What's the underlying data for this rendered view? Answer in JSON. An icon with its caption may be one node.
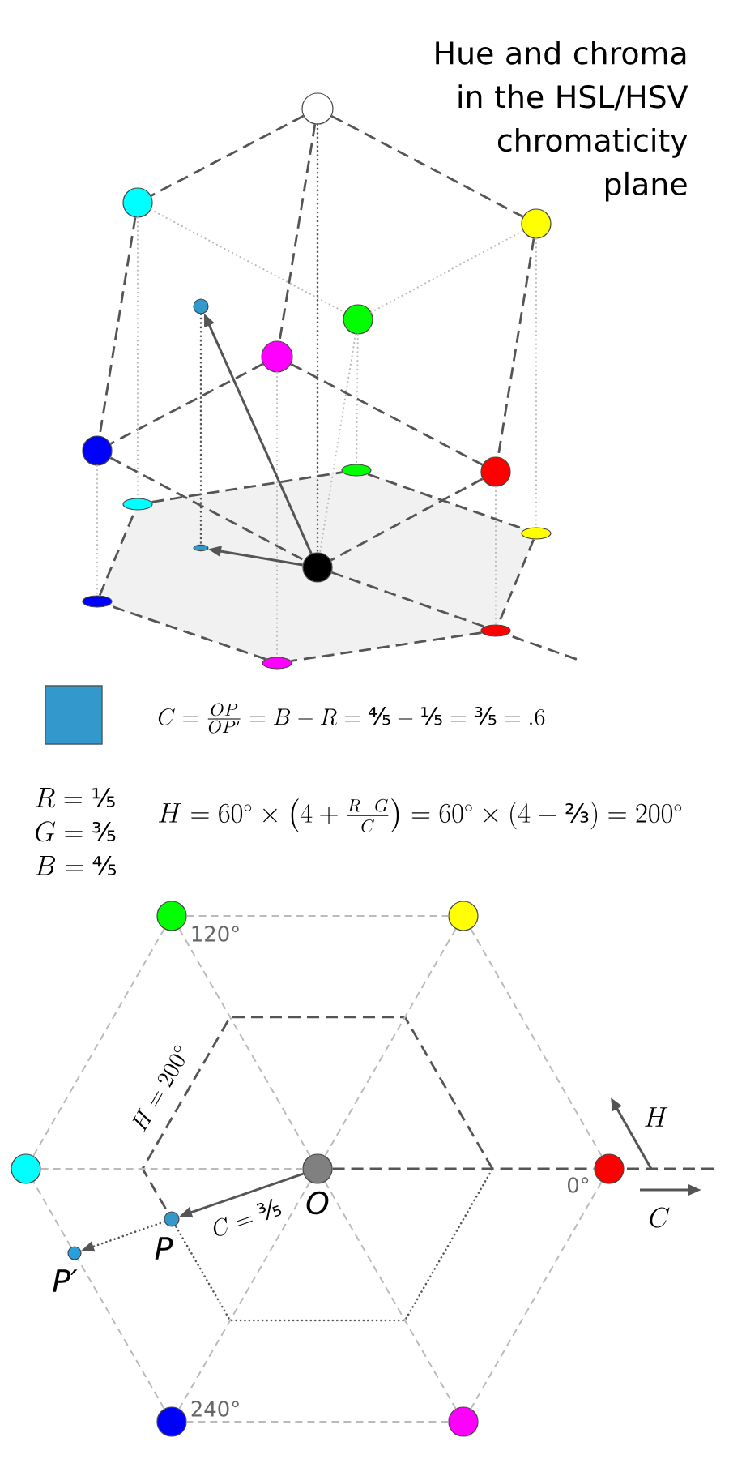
{
  "diagram": {
    "title": "Hue and chroma in the HSL/HSV chromaticity plane",
    "nodes": [
      {
        "text": [],
        "shape": "circle"
      },
      {
        "text": [],
        "shape": "circle"
      },
      {
        "text": [],
        "shape": "circle"
      },
      {
        "text": [],
        "shape": "circle"
      },
      {
        "text": [],
        "shape": "circle"
      },
      {
        "text": [],
        "shape": "circle"
      },
      {
        "text": [],
        "shape": "circle"
      },
      {
        "text": [],
        "shape": "ellipse"
      },
      {
        "text": [],
        "shape": "circle"
      },
      {
        "text": [],
        "shape": "ellipse"
      },
      {
        "text": [],
        "shape": "ellipse"
      },
      {
        "text": [],
        "shape": "ellipse"
      },
      {
        "text": [],
        "shape": "circle"
      },
      {
        "text": [],
        "shape": "ellipse"
      },
      {
        "text": [],
        "shape": "ellipse"
      },
      {
        "text": [],
        "shape": "ellipse"
      },
      {
        "text": [],
        "shape": "circle",
        "beside": [
          "120°"
        ]
      },
      {
        "text": [],
        "shape": "circle"
      },
      {
        "text": [],
        "shape": "circle"
      },
      {
        "text": [],
        "shape": "circle",
        "beside": [
          "O"
        ]
      },
      {
        "text": [],
        "shape": "circle",
        "beside": [
          "0°"
        ]
      },
      {
        "text": [],
        "shape": "circle",
        "beside": [
          "P"
        ]
      },
      {
        "text": [],
        "shape": "circle",
        "beside": [
          "P′"
        ]
      },
      {
        "text": [],
        "shape": "circle",
        "beside": [
          "240°"
        ]
      },
      {
        "text": [],
        "shape": "circle"
      }
    ],
    "edges": [
      {
        "from": 0,
        "to": 1,
        "arrow": "none",
        "style": "dashed"
      },
      {
        "from": 0,
        "to": 2,
        "arrow": "none",
        "style": "dashed"
      },
      {
        "from": 0,
        "to": 5,
        "arrow": "none",
        "style": "dashed"
      },
      {
        "from": 1,
        "to": 6,
        "arrow": "none",
        "style": "dashed"
      },
      {
        "from": 2,
        "to": 8,
        "arrow": "none",
        "style": "dashed"
      },
      {
        "from": 5,
        "to": 6,
        "arrow": "none",
        "style": "dashed"
      },
      {
        "from": 5,
        "to": 8,
        "arrow": "none",
        "style": "dashed"
      },
      {
        "from": 6,
        "to": 12,
        "arrow": "none",
        "style": "dashed"
      },
      {
        "from": 8,
        "to": 12,
        "arrow": "none",
        "style": "dashed"
      },
      {
        "from": 1,
        "to": 4,
        "arrow": "none",
        "style": "dashed",
        "color": "#bbbbbb"
      },
      {
        "from": 4,
        "to": 2,
        "arrow": "none",
        "style": "dashed",
        "color": "#bbbbbb"
      },
      {
        "from": 4,
        "to": 12,
        "arrow": "none",
        "style": "dashed",
        "color": "#bbbbbb"
      },
      {
        "from": 0,
        "to": 12,
        "arrow": "none",
        "style": "dashed"
      },
      {
        "from": 3,
        "to": 11,
        "arrow": "none",
        "style": "dashed"
      },
      {
        "from": 1,
        "to": 9,
        "arrow": "none",
        "style": "dashed",
        "color": "#bbbbbb"
      },
      {
        "from": 2,
        "to": 10,
        "arrow": "none",
        "style": "dashed",
        "color": "#bbbbbb"
      },
      {
        "from": 4,
        "to": 7,
        "arrow": "none",
        "style": "dashed",
        "color": "#bbbbbb"
      },
      {
        "from": 5,
        "to": 15,
        "arrow": "none",
        "style": "dashed",
        "color": "#bbbbbb"
      },
      {
        "from": 6,
        "to": 13,
        "arrow": "none",
        "style": "dashed",
        "color": "#bbbbbb"
      },
      {
        "from": 8,
        "to": 14,
        "arrow": "none",
        "style": "dashed",
        "color": "#bbbbbb"
      },
      {
        "from": 9,
        "to": 7,
        "arrow": "none",
        "style": "dashed"
      },
      {
        "from": 7,
        "to": 10,
        "arrow": "none",
        "style": "dashed"
      },
      {
        "from": 10,
        "to": 14,
        "arrow": "none",
        "style": "dashed"
      },
      {
        "from": 14,
        "to": 15,
        "arrow": "none",
        "style": "dashed"
      },
      {
        "from": 15,
        "to": 13,
        "arrow": "none",
        "style": "dashed"
      },
      {
        "from": 13,
        "to": 9,
        "arrow": "none",
        "style": "dashed"
      },
      {
        "from": 12,
        "to": 14,
        "arrow": "none",
        "style": "dashed"
      },
      {
        "from": 12,
        "to": 3,
        "arrow": "to"
      },
      {
        "from": 12,
        "to": 11,
        "arrow": "to"
      },
      {
        "from": 16,
        "to": 17,
        "arrow": "none",
        "style": "dashed",
        "color": "#bbbbbb"
      },
      {
        "from": 17,
        "to": 20,
        "arrow": "none",
        "style": "dashed",
        "color": "#bbbbbb"
      },
      {
        "from": 20,
        "to": 24,
        "arrow": "none",
        "style": "dashed",
        "color": "#bbbbbb"
      },
      {
        "from": 24,
        "to": 23,
        "arrow": "none",
        "style": "dashed",
        "color": "#bbbbbb"
      },
      {
        "from": 23,
        "to": 22,
        "arrow": "none",
        "style": "dashed",
        "color": "#bbbbbb"
      },
      {
        "from": 22,
        "to": 18,
        "arrow": "none",
        "style": "dashed",
        "color": "#bbbbbb"
      },
      {
        "from": 18,
        "to": 16,
        "arrow": "none",
        "style": "dashed",
        "color": "#bbbbbb"
      },
      {
        "from": 16,
        "to": 19,
        "arrow": "none",
        "style": "dashed",
        "color": "#bbbbbb"
      },
      {
        "from": 17,
        "to": 19,
        "arrow": "none",
        "style": "dashed",
        "color": "#bbbbbb"
      },
      {
        "from": 18,
        "to": 19,
        "arrow": "none",
        "style": "dashed",
        "color": "#bbbbbb"
      },
      {
        "from": 19,
        "to": 23,
        "arrow": "none",
        "style": "dashed",
        "color": "#bbbbbb"
      },
      {
        "from": 19,
        "to": 24,
        "arrow": "none",
        "style": "dashed",
        "color": "#bbbbbb"
      },
      {
        "from": 19,
        "to": 20,
        "arrow": "none",
        "style": "dashed"
      },
      {
        "from": 19,
        "to": 21,
        "arrow": "to",
        "label": "C = \\text{⅗}"
      },
      {
        "from": 21,
        "to": 22,
        "arrow": "to",
        "style": "dashed"
      }
    ],
    "labels": [
      "C = \\frac{OP}{OP'} = B - R = \\text{⅘} - \\text{⅕} = \\text{⅗} = .6",
      "R = \\text{⅕}",
      "H = 60^\\circ \\times \\left(4 + \\frac{R - G}{C}\\right) = 60^\\circ \\times (4 - \\text{⅔}) = 200^\\circ",
      "G = \\text{⅗}",
      "B = \\text{⅘}",
      "H = 200^\\circ",
      "H",
      "C"
    ]
  }
}
